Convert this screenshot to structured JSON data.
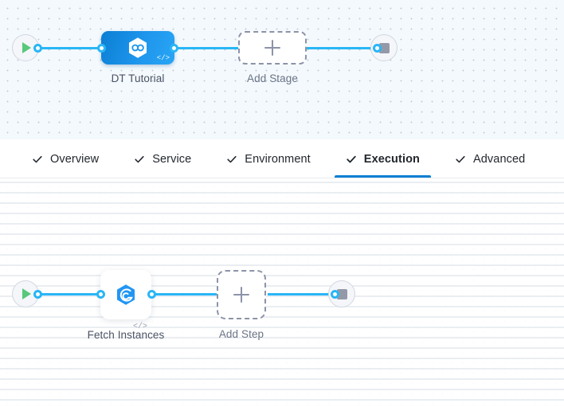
{
  "stage_canvas": {
    "start_node": {
      "name": "pipeline-start",
      "icon": "play-icon"
    },
    "stage": {
      "label": "DT Tutorial",
      "icon": "infinity-hexagon-icon",
      "badge": "</>",
      "color": "#1e96ec"
    },
    "add_stage": {
      "label": "Add Stage",
      "icon": "plus-icon"
    },
    "end_node": {
      "name": "pipeline-end",
      "icon": "stop-icon"
    }
  },
  "tabs": [
    {
      "label": "Overview",
      "icon": "check-icon",
      "active": false
    },
    {
      "label": "Service",
      "icon": "check-icon",
      "active": false
    },
    {
      "label": "Environment",
      "icon": "check-icon",
      "active": false
    },
    {
      "label": "Execution",
      "icon": "check-icon",
      "active": true
    },
    {
      "label": "Advanced",
      "icon": "check-icon",
      "active": false
    }
  ],
  "step_canvas": {
    "start_node": {
      "name": "execution-start",
      "icon": "play-icon"
    },
    "step": {
      "label": "Fetch Instances",
      "icon": "elastigroup-hexagon-icon",
      "badge": "</>"
    },
    "add_step": {
      "label": "Add Step",
      "icon": "plus-icon"
    },
    "end_node": {
      "name": "execution-end",
      "icon": "stop-icon"
    }
  },
  "colors": {
    "accent": "#0b7fd4",
    "wire": "#29b6f6",
    "start_green": "#58c87a",
    "stop_gray": "#9499a8",
    "stage_canvas_bg": "#f3f9fd"
  }
}
